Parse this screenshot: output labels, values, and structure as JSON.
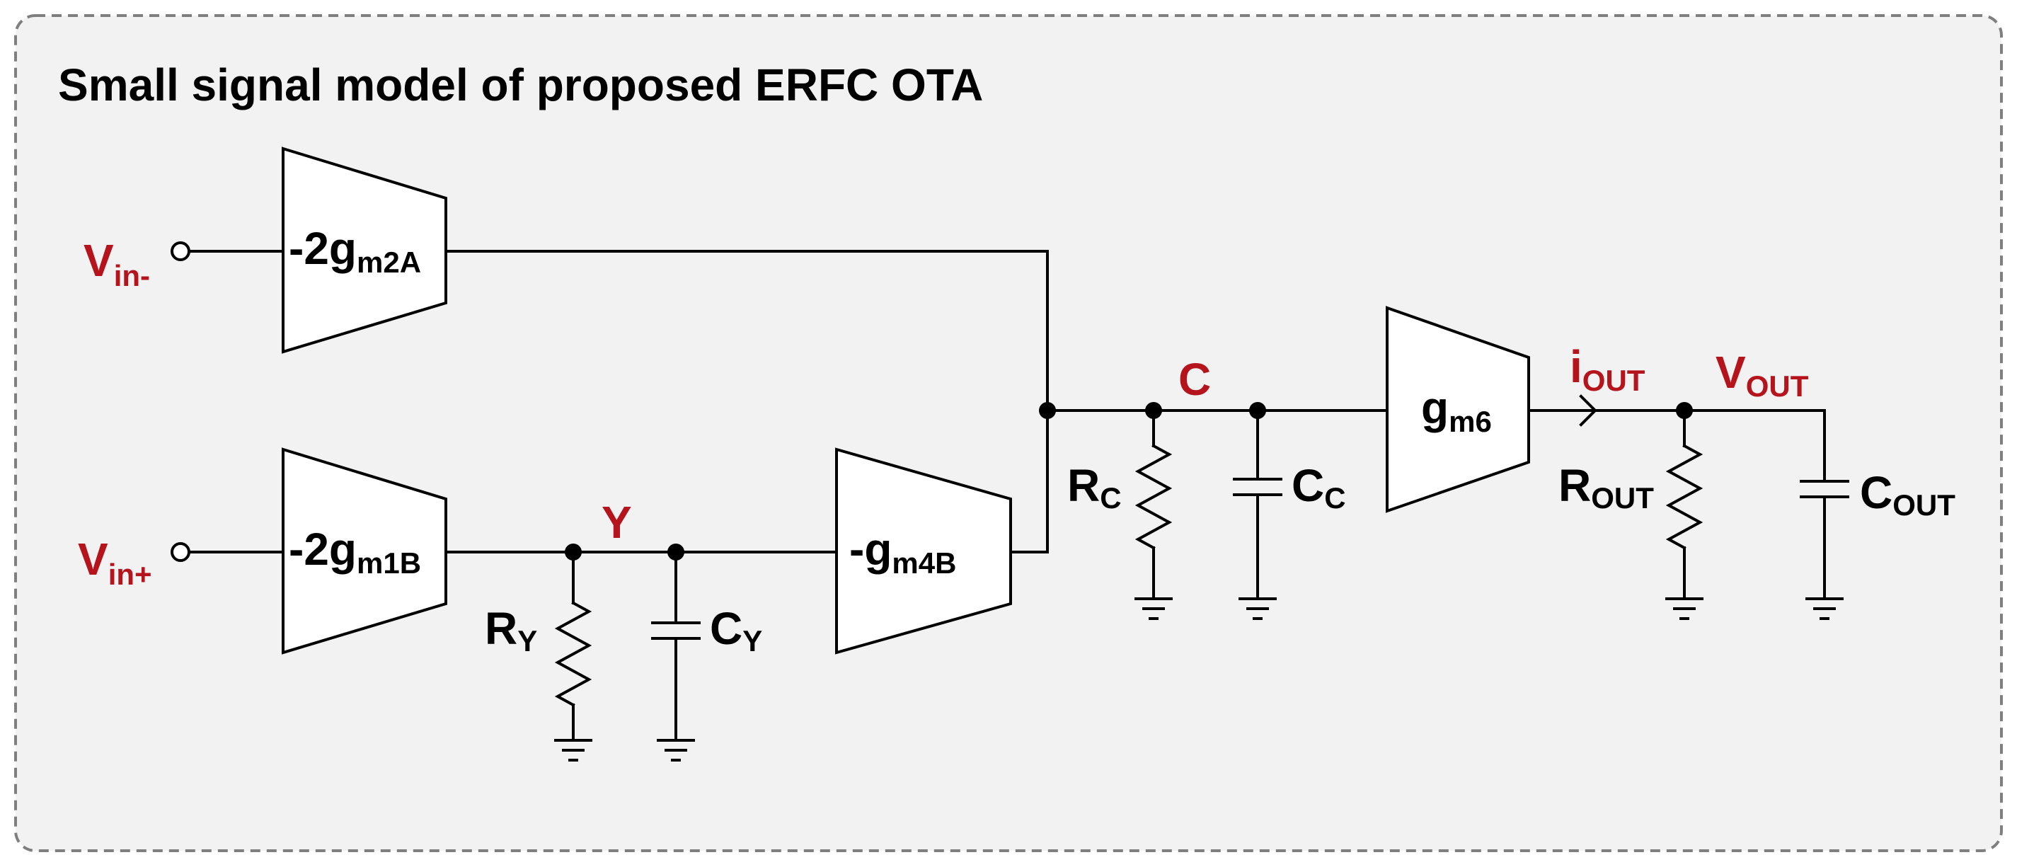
{
  "title": "Small signal model of proposed ERFC OTA",
  "colors": {
    "accent_red": "#b5141c",
    "frame_bg": "#f2f2f2",
    "frame_border": "#7f7f7f"
  },
  "inputs": {
    "vin_minus": {
      "main": "V",
      "sub": "in-"
    },
    "vin_plus": {
      "main": "V",
      "sub": "in+"
    }
  },
  "amplifiers": {
    "gm2a": {
      "main": "-2g",
      "sub": "m2A"
    },
    "gm1b": {
      "main": "-2g",
      "sub": "m1B"
    },
    "gm4b": {
      "main": "-g",
      "sub": "m4B"
    },
    "gm6": {
      "main": "g",
      "sub": "m6"
    }
  },
  "nodes": {
    "y": "Y",
    "c": "C"
  },
  "current_label": {
    "main": "i",
    "sub": "OUT"
  },
  "output_label": {
    "main": "V",
    "sub": "OUT"
  },
  "components": {
    "ry": {
      "main": "R",
      "sub": "Y"
    },
    "cy": {
      "main": "C",
      "sub": "Y"
    },
    "rc": {
      "main": "R",
      "sub": "C"
    },
    "cc": {
      "main": "C",
      "sub": "C"
    },
    "rout": {
      "main": "R",
      "sub": "OUT"
    },
    "cout": {
      "main": "C",
      "sub": "OUT"
    }
  }
}
